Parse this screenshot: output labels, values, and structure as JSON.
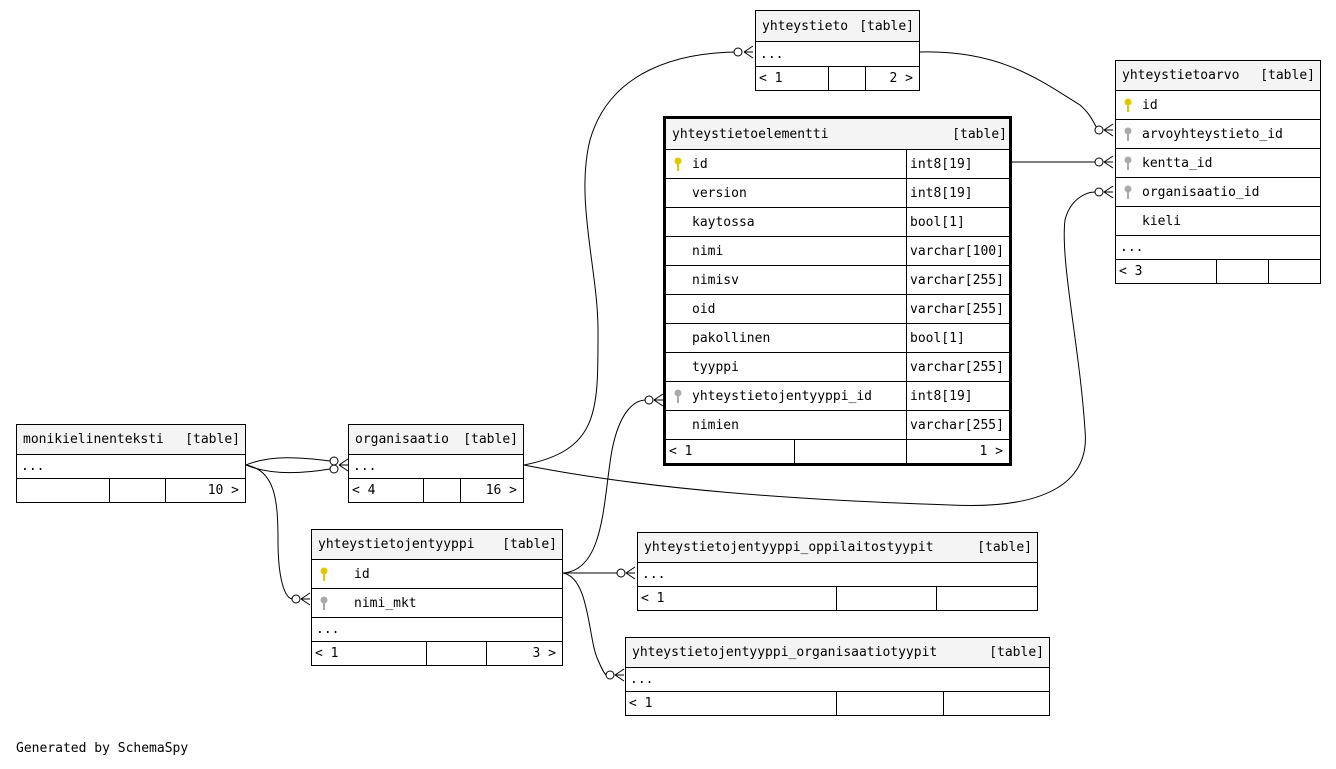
{
  "footer": {
    "credit": "Generated by SchemaSpy"
  },
  "tables": {
    "yhteystieto": {
      "name": "yhteystieto",
      "tag": "[table]",
      "more": "...",
      "prev": "< 1",
      "next": "2 >"
    },
    "yhteystietoarvo": {
      "name": "yhteystietoarvo",
      "tag": "[table]",
      "columns": [
        "id",
        "arvoyhteystieto_id",
        "kentta_id",
        "organisaatio_id",
        "kieli"
      ],
      "more": "...",
      "prev": "< 3"
    },
    "yhteystietoelementti": {
      "name": "yhteystietoelementti",
      "tag": "[table]",
      "columns": [
        {
          "name": "id",
          "type": "int8[19]"
        },
        {
          "name": "version",
          "type": "int8[19]"
        },
        {
          "name": "kaytossa",
          "type": "bool[1]"
        },
        {
          "name": "nimi",
          "type": "varchar[100]"
        },
        {
          "name": "nimisv",
          "type": "varchar[255]"
        },
        {
          "name": "oid",
          "type": "varchar[255]"
        },
        {
          "name": "pakollinen",
          "type": "bool[1]"
        },
        {
          "name": "tyyppi",
          "type": "varchar[255]"
        },
        {
          "name": "yhteystietojentyyppi_id",
          "type": "int8[19]"
        },
        {
          "name": "nimien",
          "type": "varchar[255]"
        }
      ],
      "prev": "< 1",
      "next": "1 >"
    },
    "monikielinenteksti": {
      "name": "monikielinenteksti",
      "tag": "[table]",
      "more": "...",
      "next": "10 >"
    },
    "organisaatio": {
      "name": "organisaatio",
      "tag": "[table]",
      "more": "...",
      "prev": "< 4",
      "next": "16 >"
    },
    "yhteystietojentyyppi": {
      "name": "yhteystietojentyyppi",
      "tag": "[table]",
      "columns": [
        "id",
        "nimi_mkt"
      ],
      "more": "...",
      "prev": "< 1",
      "next": "3 >"
    },
    "oppilaitostyypit": {
      "name": "yhteystietojentyyppi_oppilaitostyypit",
      "tag": "[table]",
      "more": "...",
      "prev": "< 1"
    },
    "organisaatiotyypit": {
      "name": "yhteystietojentyyppi_organisaatiotyypit",
      "tag": "[table]",
      "more": "...",
      "prev": "< 1"
    }
  }
}
